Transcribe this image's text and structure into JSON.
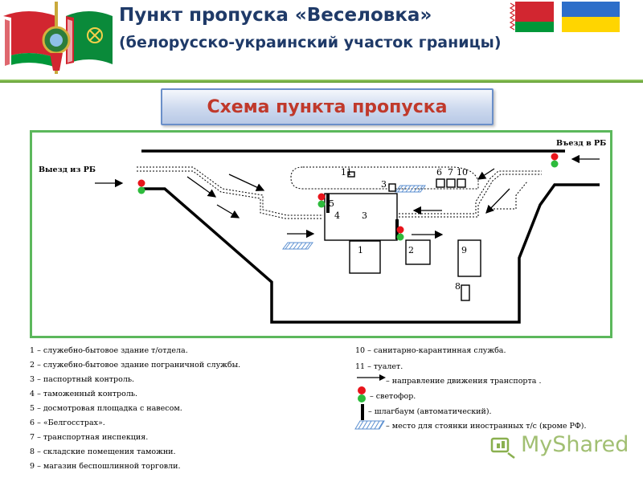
{
  "header": {
    "title": "Пункт пропуска «Веселовка»",
    "subtitle": "(белорусско-украинский участок границы)"
  },
  "banner": {
    "text": "Схема пункта пропуска"
  },
  "diagram": {
    "exit_label": "Выезд из РБ",
    "entry_label": "Въезд в РБ",
    "numbers": {
      "n1": "1",
      "n2": "2",
      "n3a": "3",
      "n3b": "3",
      "n4": "4",
      "n5": "5",
      "n6": "6",
      "n7": "7",
      "n8": "8",
      "n9": "9",
      "n10": "10",
      "n11": "11"
    }
  },
  "legend": {
    "items": [
      "1 – служебно-бытовое здание т/отдела.",
      "2 – служебно-бытовое здание пограничной службы.",
      "3 – паспортный контроль.",
      "4 – таможенный контроль.",
      "5 – досмотровая площадка с навесом.",
      "6 – «Белгосстрах».",
      "7 –  транспортная инспекция.",
      "8 – складские помещения таможни.",
      "9 – магазин беспошлинной торговли."
    ],
    "items2": [
      "10 – санитарно-карантинная служба.",
      "11 – туалет."
    ],
    "symbols": {
      "arrow": "– направление движения транспорта .",
      "traffic_light": "– светофор.",
      "barrier": "– шлагбаум (автоматический).",
      "parking": "– место для стоянки иностранных т/с (кроме РФ)."
    }
  },
  "watermark": {
    "text": "MyShared"
  },
  "colors": {
    "title": "#1f3a68",
    "banner_text": "#c0392b",
    "frame": "#5cb85c",
    "light_red": "#e8141b",
    "light_green": "#2dbb3c",
    "parking": "#5b8fd0"
  }
}
